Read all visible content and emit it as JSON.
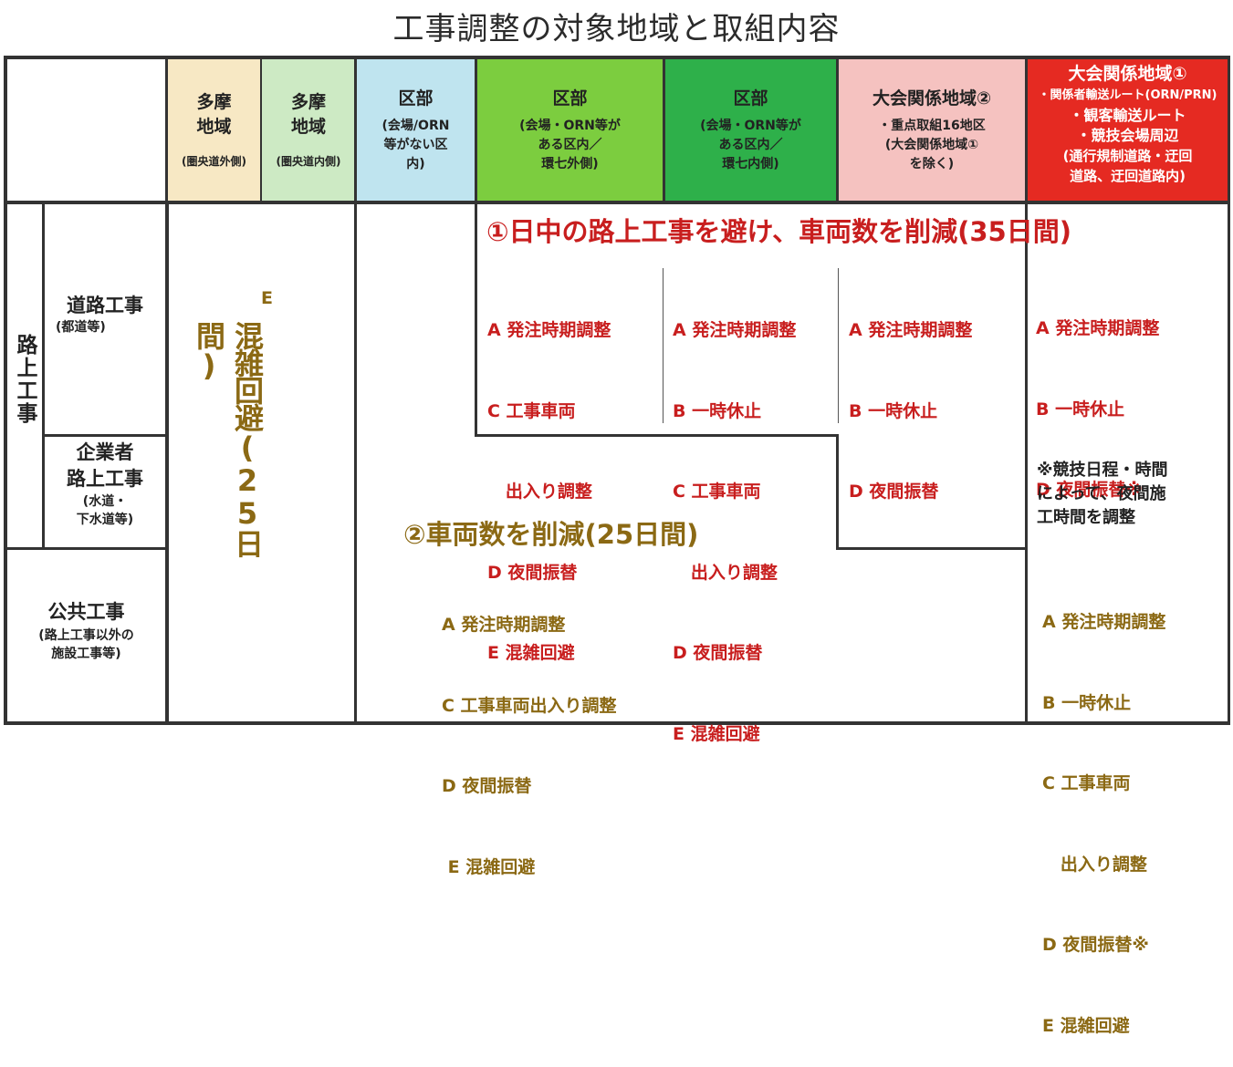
{
  "title": "工事調整の対象地域と取組内容",
  "header": {
    "col1": {
      "name": "多摩\n地域",
      "sub": "(圏央道外側)"
    },
    "col2": {
      "name": "多摩\n地域",
      "sub": "(圏央道内側)"
    },
    "col3": {
      "name": "区部",
      "sub": "(会場/ORN\n等がない区\n内)"
    },
    "col4": {
      "name": "区部",
      "sub": "(会場・ORN等が\nある区内／\n環七外側)"
    },
    "col5": {
      "name": "区部",
      "sub": "(会場・ORN等が\nある区内／\n環七内側)"
    },
    "col6": {
      "name": "大会関係地域②",
      "sub": "・重点取組16地区\n(大会関係地域①\nを除く)"
    },
    "col7": {
      "name": "大会関係地域①",
      "items": [
        "・関係者輸送ルート(ORN/PRN)",
        "・観客輸送ルート",
        "・競技会場周辺",
        "(通行規制道路・迂回",
        "道路、迂回道路内)"
      ]
    }
  },
  "rows": {
    "road_works": "路上工事",
    "road_sub1": {
      "name": "道路工事",
      "sub": "(都道等)"
    },
    "road_sub2": {
      "name": "企業者\n路上工事",
      "sub": "(水道・\n下水道等)"
    },
    "public": {
      "name": "公共工事",
      "sub": "(路上工事以外の\n施設工事等)"
    }
  },
  "tama": {
    "letter": "E",
    "text": "混雑回避(25日間)"
  },
  "section1": {
    "title": "①日中の路上工事を避け、車両数を削減(35日間)",
    "col4": [
      "A 発注時期調整",
      "C 工事車両",
      "   出入り調整",
      "D 夜間振替",
      "E 混雑回避"
    ],
    "col5": [
      "A 発注時期調整",
      "B 一時休止",
      "C 工事車両",
      "   出入り調整",
      "D 夜間振替",
      "E 混雑回避"
    ],
    "col6": [
      "A 発注時期調整",
      "B 一時休止",
      "D 夜間振替"
    ],
    "col7": [
      "A 発注時期調整",
      "B 一時休止",
      "D 夜間振替※"
    ],
    "note": "※競技日程・時間\nによって、夜間施\n工時間を調整"
  },
  "section2": {
    "title": "②車両数を削減(25日間)",
    "items": [
      "A 発注時期調整",
      "C 工事車両出入り調整",
      "D 夜間振替",
      " E 混雑回避"
    ],
    "col7": [
      "A 発注時期調整",
      "B 一時休止",
      "C 工事車両",
      "   出入り調整",
      "D 夜間振替※",
      "E 混雑回避"
    ]
  },
  "colors": {
    "col1": "#f7e8c4",
    "col2": "#cdeac4",
    "col3": "#bfe4ef",
    "col4": "#7ccd3f",
    "col5": "#2eb04a",
    "col6": "#f5c2c0",
    "col7": "#e52a22",
    "red_text": "#c81e1e",
    "gold_text": "#8b6914"
  }
}
